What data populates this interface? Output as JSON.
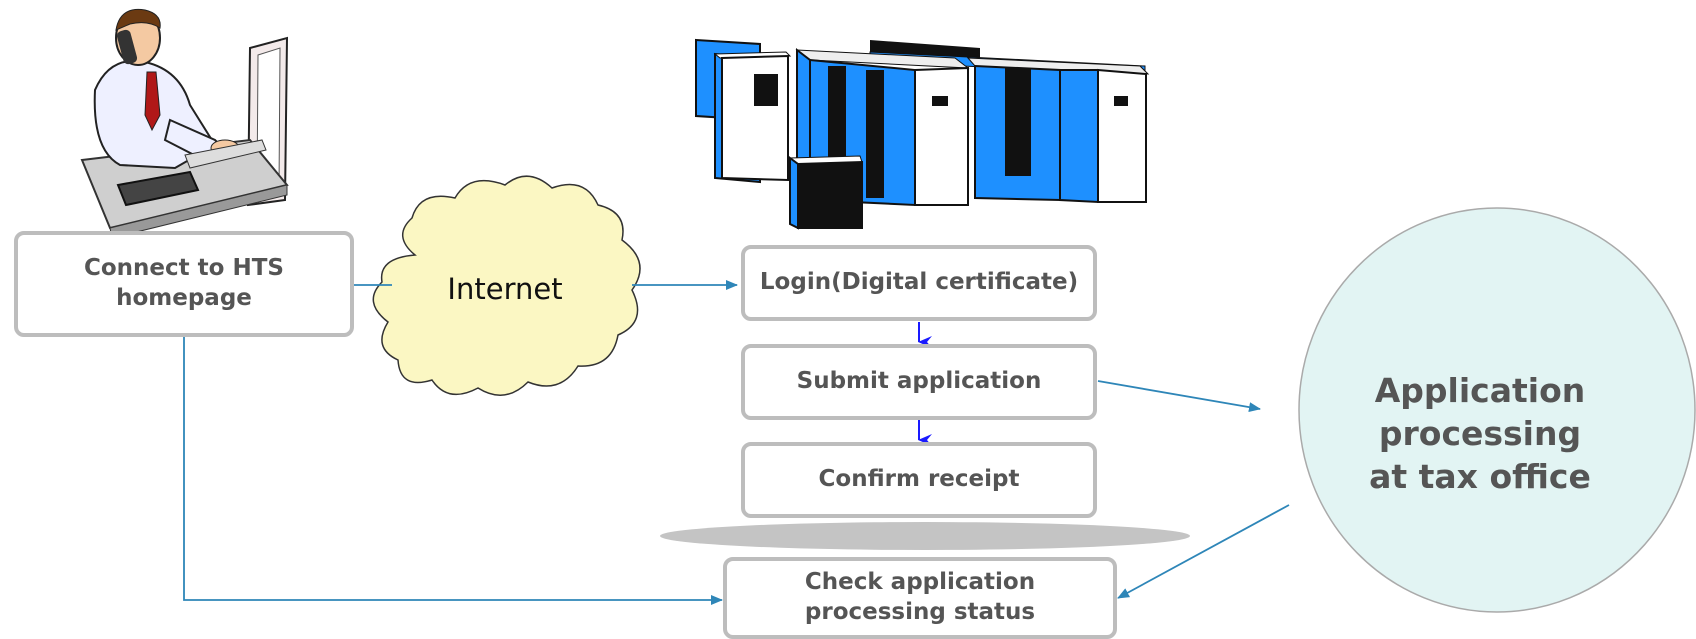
{
  "steps": {
    "connect": "Connect to HTS\nhomepage",
    "login": "Login(Digital certificate)",
    "submit": "Submit application",
    "confirm": "Confirm receipt",
    "check": "Check application\nprocessing status"
  },
  "cloud_label": "Internet",
  "tax_office_label": "Application processing\nat tax office",
  "colors": {
    "arrow": "#2e86b8",
    "down_arrow": "#1a1aff",
    "box_border": "#bdbdbd",
    "cloud_fill": "#fbf7c3",
    "circle_fill": "#e2f4f3",
    "server_blue": "#1e90ff",
    "platform_gray": "#c4c4c4"
  },
  "icons": {
    "person": "person-at-computer-icon",
    "servers": "server-cluster-icon"
  }
}
